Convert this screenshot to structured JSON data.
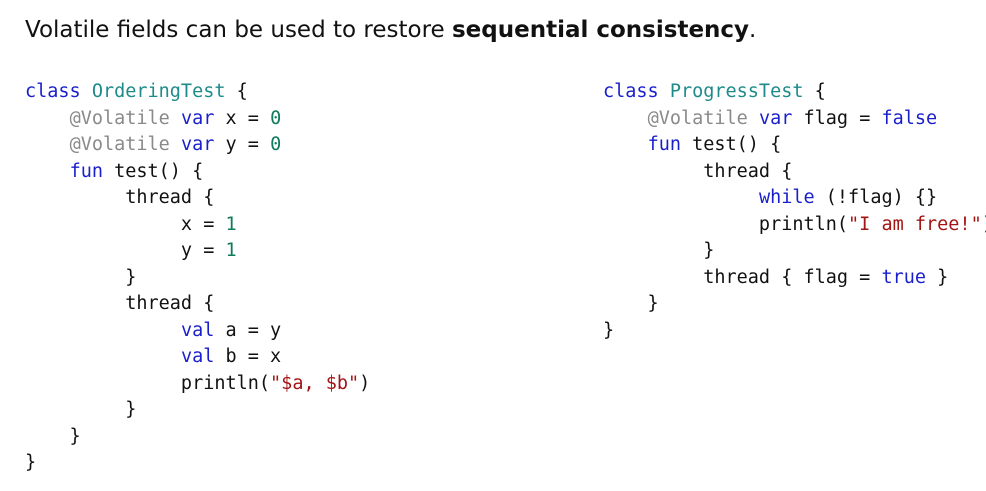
{
  "heading": {
    "prefix": "Volatile fields can be used to restore ",
    "bold": "sequential consistency",
    "suffix": "."
  },
  "ordering_test": {
    "lines": [
      [
        {
          "t": "class ",
          "c": "kw"
        },
        {
          "t": "OrderingTest",
          "c": "id"
        },
        {
          "t": " {"
        }
      ],
      [
        {
          "t": "    "
        },
        {
          "t": "@Volatile",
          "c": "ann"
        },
        {
          "t": " "
        },
        {
          "t": "var",
          "c": "kw"
        },
        {
          "t": " x = "
        },
        {
          "t": "0",
          "c": "num"
        }
      ],
      [
        {
          "t": "    "
        },
        {
          "t": "@Volatile",
          "c": "ann"
        },
        {
          "t": " "
        },
        {
          "t": "var",
          "c": "kw"
        },
        {
          "t": " y = "
        },
        {
          "t": "0",
          "c": "num"
        }
      ],
      [
        {
          "t": "    "
        },
        {
          "t": "fun",
          "c": "kw"
        },
        {
          "t": " test() {"
        }
      ],
      [
        {
          "t": "         thread {"
        }
      ],
      [
        {
          "t": "              x = "
        },
        {
          "t": "1",
          "c": "num"
        }
      ],
      [
        {
          "t": "              y = "
        },
        {
          "t": "1",
          "c": "num"
        }
      ],
      [
        {
          "t": "         }"
        }
      ],
      [
        {
          "t": "         thread {"
        }
      ],
      [
        {
          "t": "              "
        },
        {
          "t": "val",
          "c": "kw"
        },
        {
          "t": " a = y"
        }
      ],
      [
        {
          "t": "              "
        },
        {
          "t": "val",
          "c": "kw"
        },
        {
          "t": " b = x"
        }
      ],
      [
        {
          "t": "              println("
        },
        {
          "t": "\"$a, $b\"",
          "c": "str"
        },
        {
          "t": ")"
        }
      ],
      [
        {
          "t": "         }"
        }
      ],
      [
        {
          "t": "    }"
        }
      ],
      [
        {
          "t": "}"
        }
      ]
    ]
  },
  "progress_test": {
    "lines": [
      [
        {
          "t": "class ",
          "c": "kw"
        },
        {
          "t": "ProgressTest",
          "c": "id"
        },
        {
          "t": " {"
        }
      ],
      [
        {
          "t": "    "
        },
        {
          "t": "@Volatile",
          "c": "ann"
        },
        {
          "t": " "
        },
        {
          "t": "var",
          "c": "kw"
        },
        {
          "t": " flag = "
        },
        {
          "t": "false",
          "c": "kw"
        }
      ],
      [
        {
          "t": "    "
        },
        {
          "t": "fun",
          "c": "kw"
        },
        {
          "t": " test() {"
        }
      ],
      [
        {
          "t": "         thread {"
        }
      ],
      [
        {
          "t": "              "
        },
        {
          "t": "while",
          "c": "kw"
        },
        {
          "t": " (!flag) {}"
        }
      ],
      [
        {
          "t": "              println("
        },
        {
          "t": "\"I am free!\"",
          "c": "str"
        },
        {
          "t": ")"
        }
      ],
      [
        {
          "t": "         }"
        }
      ],
      [
        {
          "t": "         thread { flag = "
        },
        {
          "t": "true",
          "c": "kw"
        },
        {
          "t": " }"
        }
      ],
      [
        {
          "t": "    }"
        }
      ],
      [
        {
          "t": "}"
        }
      ]
    ]
  }
}
